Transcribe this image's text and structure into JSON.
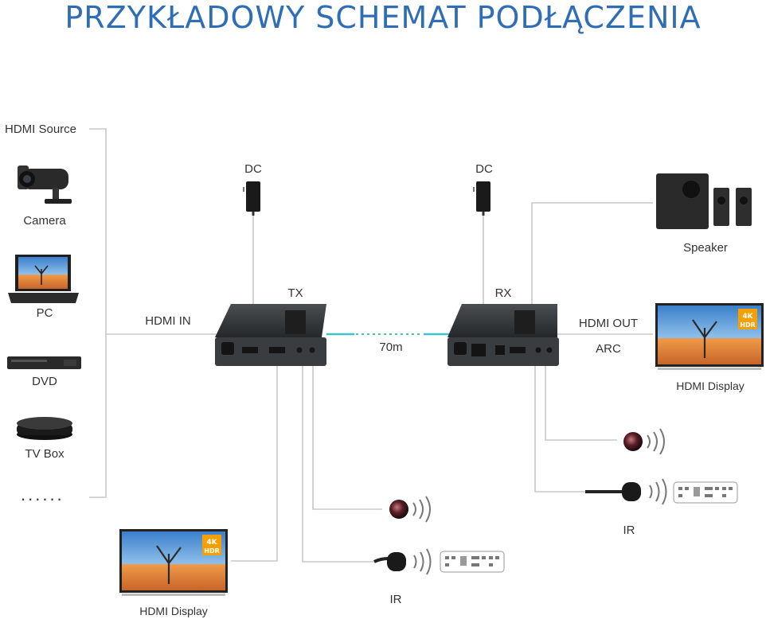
{
  "title": "PRZYKŁADOWY SCHEMAT PODŁĄCZENIA",
  "labels": {
    "hdmi_source": "HDMI Source",
    "camera": "Camera",
    "pc": "PC",
    "dvd": "DVD",
    "tv_box": "TV Box",
    "more": "......",
    "hdmi_in": "HDMI IN",
    "dc_tx": "DC",
    "dc_rx": "DC",
    "tx": "TX",
    "rx": "RX",
    "distance": "70m",
    "hdmi_out": "HDMI OUT",
    "arc": "ARC",
    "speaker": "Speaker",
    "hdmi_display_right": "HDMI Display",
    "hdmi_display_left": "HDMI Display",
    "ir_tx": "IR",
    "ir_rx": "IR"
  },
  "screen_badges": {
    "res": "4K",
    "hdr": "HDR"
  },
  "colors": {
    "title": "#2f6db5",
    "device_body": "#2e3133",
    "cable": "#c8c8c8",
    "network_link": "#3fc2c9",
    "screen_sky": "#4f8fd0",
    "screen_sand": "#e08a3c",
    "badge": "#f5a000"
  },
  "icons": [
    "camera-icon",
    "laptop-icon",
    "dvd-player-icon",
    "tv-box-icon",
    "power-adapter-icon",
    "extender-tx-icon",
    "extender-rx-icon",
    "speaker-icon",
    "tv-display-icon",
    "ir-receiver-icon",
    "ir-emitter-icon",
    "remote-control-icon",
    "signal-waves-icon"
  ]
}
